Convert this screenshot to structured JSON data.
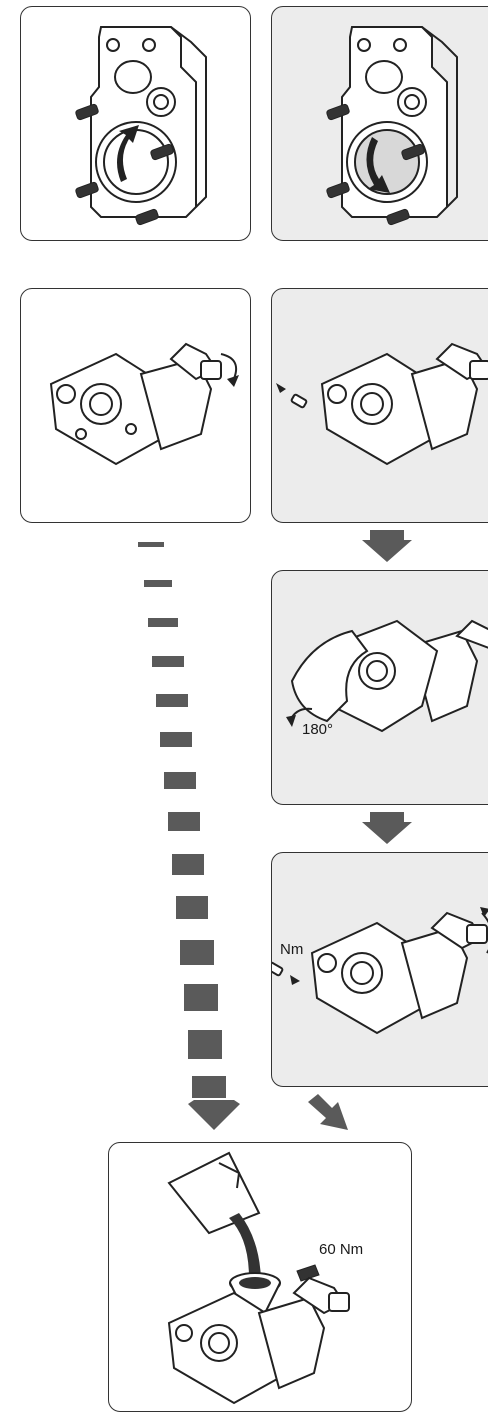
{
  "labels": {
    "angle": "180°",
    "torque_step": "Nm",
    "torque_final": "60 Nm"
  },
  "colors": {
    "panel_white": "#ffffff",
    "panel_grey": "#ececec",
    "arrow": "#5a5a5a",
    "line": "#222222"
  },
  "icons": [
    "rotate-arrow-icon",
    "down-arrow-icon",
    "diagonal-arrow-icon",
    "oil-jug-icon",
    "funnel-icon",
    "plug-icon"
  ]
}
